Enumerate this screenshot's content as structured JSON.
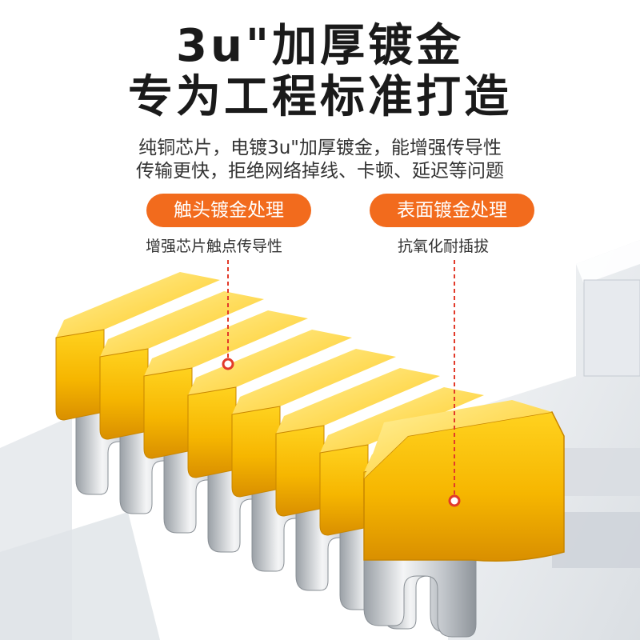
{
  "headline": {
    "line1": "3u\"加厚镀金",
    "line2": "专为工程标准打造"
  },
  "description": {
    "line1": "纯铜芯片，电镀3u\"加厚镀金，能增强传导性",
    "line2": "传输更快，拒绝网络掉线、卡顿、延迟等问题"
  },
  "callouts": [
    {
      "title": "触头镀金处理",
      "subtitle": "增强芯片触点传导性"
    },
    {
      "title": "表面镀金处理",
      "subtitle": "抗氧化耐插拔"
    }
  ],
  "colors": {
    "accent": "#f26b1d",
    "gold": "#f5b400",
    "silver": "#c8ccd0",
    "marker": "#e23a2a"
  }
}
